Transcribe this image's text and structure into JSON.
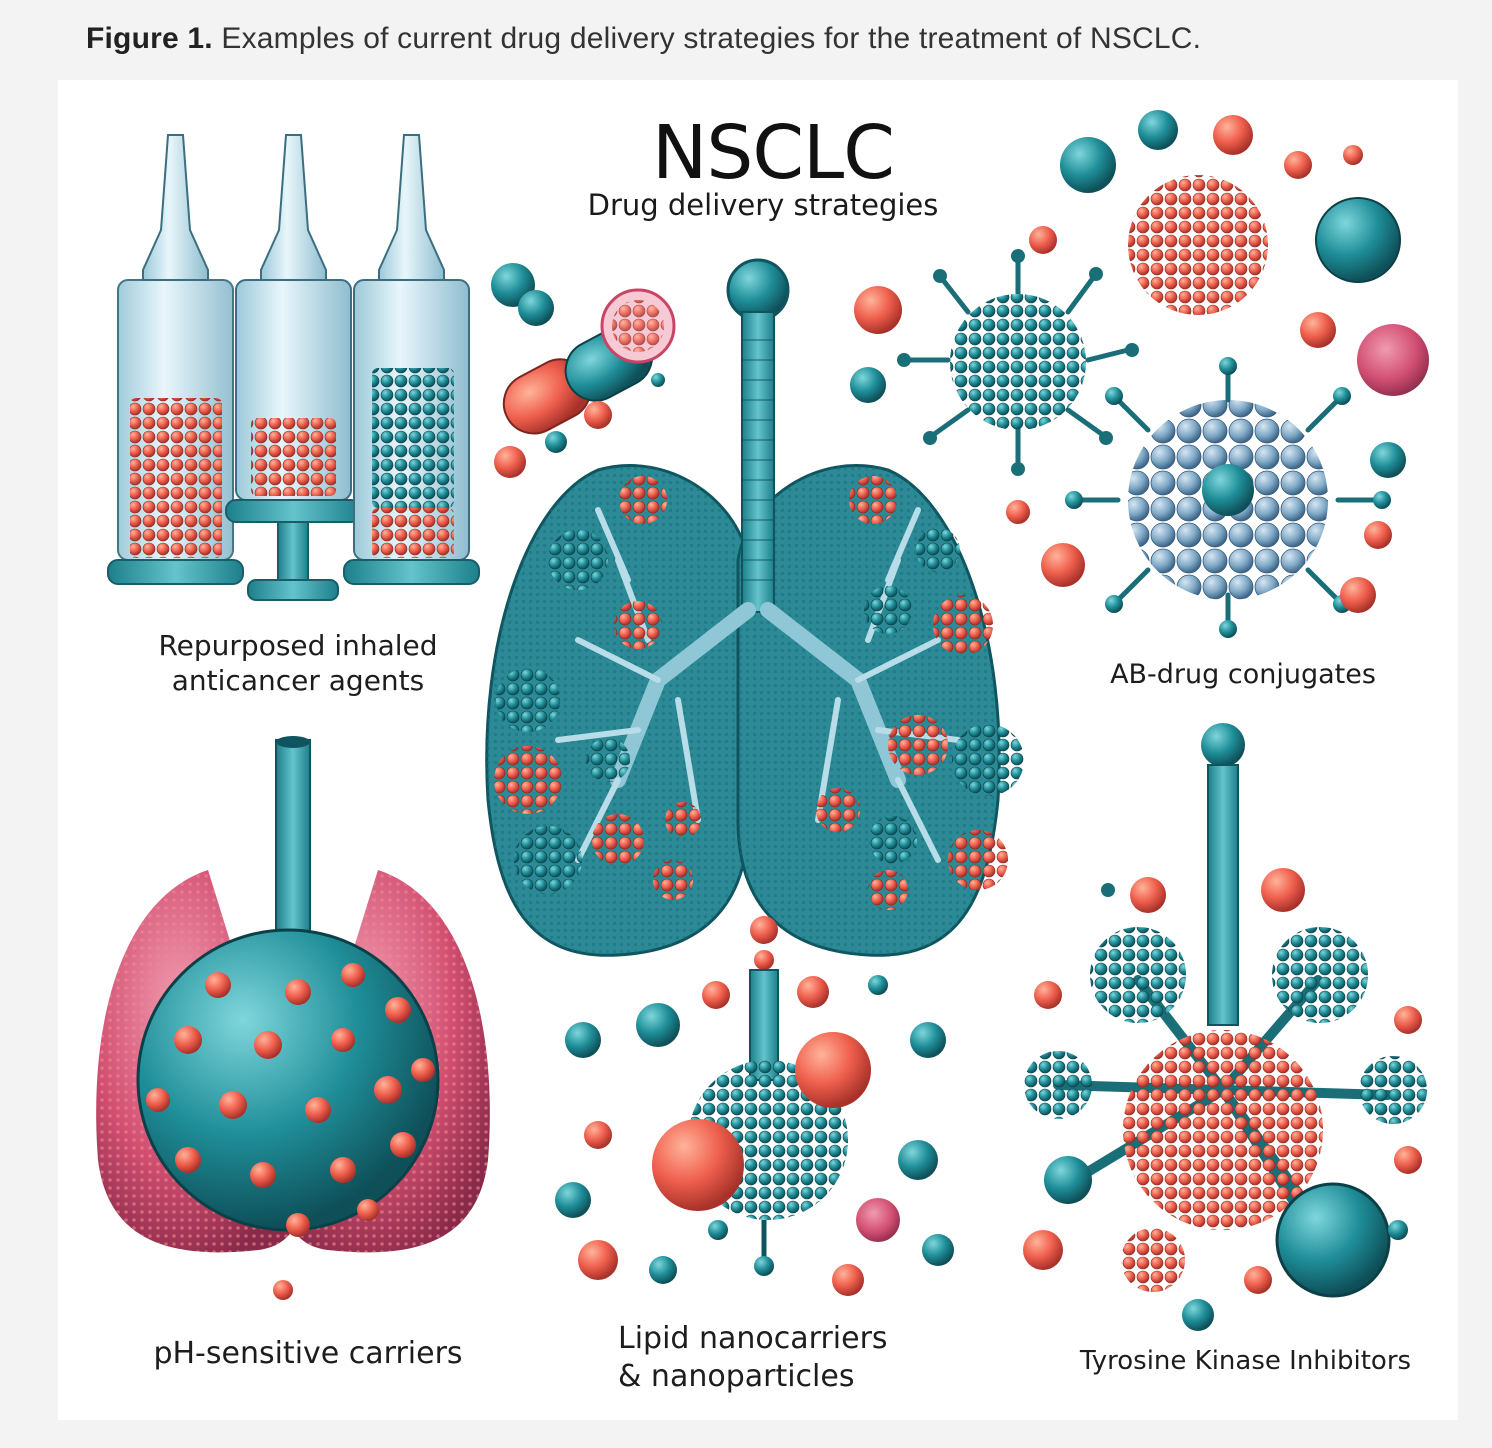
{
  "caption": {
    "figure": "Figure 1.",
    "text": " Examples of current drug delivery strategies for the treatment of NSCLC."
  },
  "figure": {
    "title": "NSCLC",
    "subtitle": "Drug delivery strategies",
    "labels": {
      "inhaled_line1": "Repurposed inhaled",
      "inhaled_line2": "anticancer agents",
      "ab_drug": "AB-drug conjugates",
      "ph": "pH-sensitive carriers",
      "lipid_line1": "Lipid nanocarriers",
      "lipid_line2": "& nanoparticles",
      "tki": "Tyrosine Kinase Inhibitors"
    }
  },
  "colors": {
    "teal": "#1f8e98",
    "coral": "#ef5f4d",
    "pink": "#c94466",
    "glass": "#bfe3ee"
  }
}
